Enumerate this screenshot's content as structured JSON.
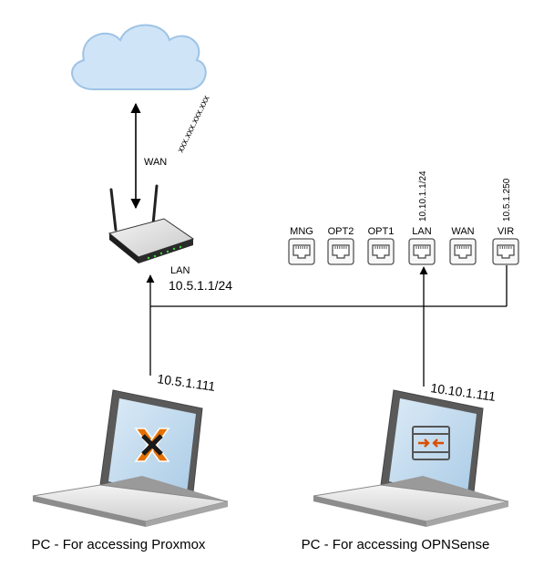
{
  "labels": {
    "wan_ip": "xxx.xxx.xxx.xxx",
    "wan": "WAN",
    "router_lan": "LAN",
    "router_lan_ip": "10.5.1.1/24",
    "pc1_ip": "10.5.1.111",
    "pc2_ip": "10.10.1.111",
    "pc1_caption": "PC - For accessing Proxmox",
    "pc2_caption": "PC - For accessing OPNSense"
  },
  "ports": [
    {
      "label": "MNG",
      "ip": ""
    },
    {
      "label": "OPT2",
      "ip": ""
    },
    {
      "label": "OPT1",
      "ip": ""
    },
    {
      "label": "LAN",
      "ip": "10.10.1.1/24"
    },
    {
      "label": "WAN",
      "ip": ""
    },
    {
      "label": "VIR",
      "ip": "10.5.1.250"
    }
  ],
  "colors": {
    "cloud_fill": "#cfe4f6",
    "cloud_stroke": "#9ec3e6",
    "line": "#000000",
    "proxmox_orange": "#e57000",
    "opnsense_orange": "#d94f00",
    "screen_blue": "#bcd9ee"
  },
  "icons": {
    "cloud": "internet-cloud-icon",
    "router": "wireless-router-icon",
    "port": "ethernet-port-icon",
    "laptop": "laptop-icon",
    "proxmox": "proxmox-logo-icon",
    "opnsense": "opnsense-logo-icon"
  }
}
